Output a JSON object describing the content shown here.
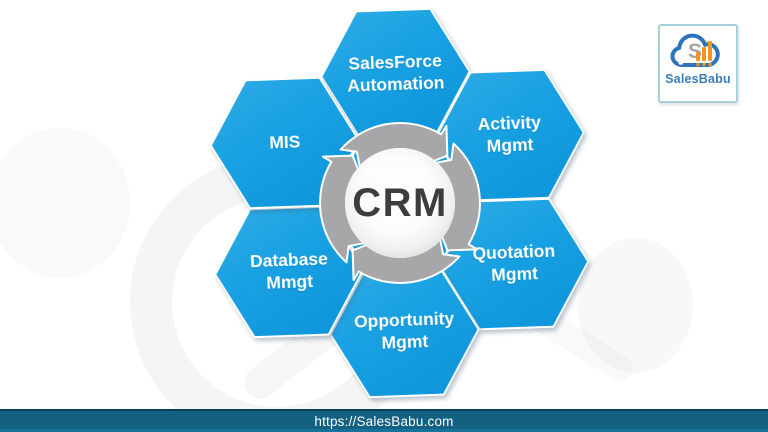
{
  "diagram": {
    "center_label": "CRM",
    "hexagons": [
      {
        "id": "salesforce-automation",
        "position": "top",
        "line1": "SalesForce",
        "line2": "Automation"
      },
      {
        "id": "activity-mgmt",
        "position": "top-right",
        "line1": "Activity",
        "line2": "Mgmt"
      },
      {
        "id": "quotation-mgmt",
        "position": "bottom-right",
        "line1": "Quotation",
        "line2": "Mgmt"
      },
      {
        "id": "opportunity-mgmt",
        "position": "bottom",
        "line1": "Opportunity",
        "line2": "Mgmt"
      },
      {
        "id": "database-mmgt",
        "position": "bottom-left",
        "line1": "Database",
        "line2": "Mmgt"
      },
      {
        "id": "mis",
        "position": "top-left",
        "line1": "MIS",
        "line2": ""
      }
    ],
    "colors": {
      "hexagon_blue": "#14a0e2",
      "hexagon_blue_light": "#2fabe5",
      "hexagon_blue_dark": "#0d93d9",
      "ring_gray": "#a7a7a9",
      "crm_text": "#3d3d3f",
      "label_text": "#ffffff"
    }
  },
  "logo": {
    "name": "SalesBabu",
    "colors": {
      "cloud_blue": "#2b74bc",
      "bar_orange": "#f7941e",
      "s_gray": "#a5a5a7",
      "text_blue": "#3a7cb4",
      "box_border": "#a6d0dc"
    }
  },
  "footer": {
    "url": "https://SalesBabu.com",
    "background": "#136080"
  }
}
